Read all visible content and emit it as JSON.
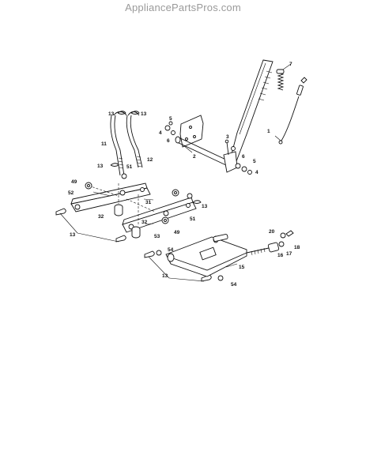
{
  "watermark": "AppliancePartsPros.com",
  "callouts": {
    "c1": "1",
    "c2": "2",
    "c3": "3",
    "c4a": "4",
    "c4b": "4",
    "c5a": "5",
    "c5b": "5",
    "c6a": "6",
    "c6b": "6",
    "c7": "7",
    "c11": "11",
    "c12": "12",
    "c13a": "13",
    "c13b": "13",
    "c13c": "13",
    "c13d": "13",
    "c13e": "13",
    "c13f": "13",
    "c15": "15",
    "c16": "16",
    "c17": "17",
    "c18": "18",
    "c20": "20",
    "c31": "31",
    "c32a": "32",
    "c32b": "32",
    "c49a": "49",
    "c49b": "49",
    "c51a": "51",
    "c51b": "51",
    "c52": "52",
    "c53": "53",
    "c54a": "54",
    "c54b": "54"
  }
}
